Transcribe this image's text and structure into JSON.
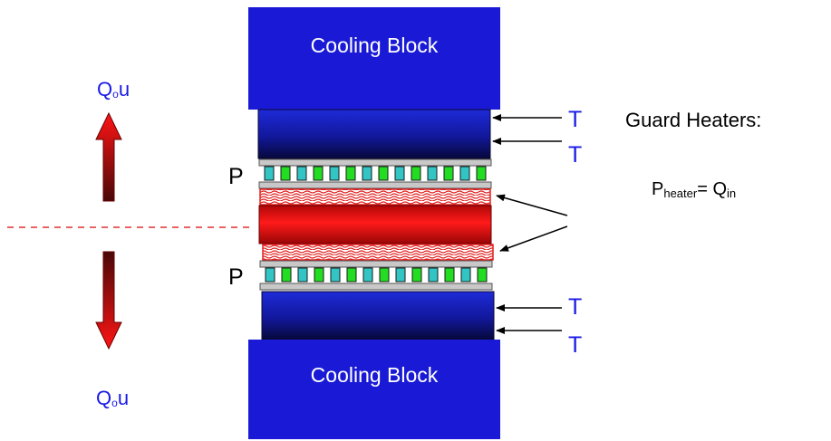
{
  "labels": {
    "cooling_block_top": "Cooling Block",
    "cooling_block_bottom": "Cooling Block",
    "q_out_top": {
      "main": "Q",
      "sub": "o",
      "tail": "u"
    },
    "q_out_bottom": {
      "main": "Q",
      "sub": "o",
      "tail": "u"
    },
    "p_top": "P",
    "p_bottom": "P",
    "t_markers": [
      "T",
      "T",
      "T",
      "T"
    ],
    "guard_heaters": "Guard Heaters:",
    "p_heater": {
      "main": "P",
      "sub": "heater",
      "eq": "= Q",
      "sub2": "in"
    }
  },
  "colors": {
    "cooling_block": "#1a1ad6",
    "blue_text": "#1a1ae6",
    "heater_red": "#e01010",
    "arrow_red": "#e81010",
    "arrow_dark": "#5a0a0a",
    "plate_gray": "#c8c8c8",
    "cell_cyan": "#33c4c4",
    "cell_green": "#22dd22",
    "dashed_line": "#e03030"
  }
}
